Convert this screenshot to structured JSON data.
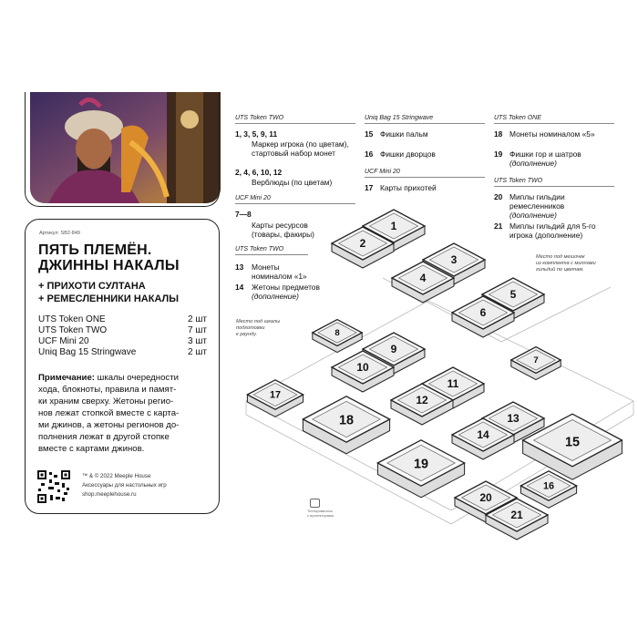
{
  "card": {
    "article": "Артикул: SB2-849",
    "title_line1": "ПЯТЬ ПЛЕМЁН.",
    "title_line2": "ДЖИННЫ НАКАЛЫ",
    "sub1": "+ ПРИХОТИ СУЛТАНА",
    "sub2": "+ РЕМЕСЛЕННИКИ НАКАЛЫ",
    "tokens": [
      {
        "name": "UTS Token ONE",
        "qty": "2 шт"
      },
      {
        "name": "UTS Token TWO",
        "qty": "7 шт"
      },
      {
        "name": "UCF Mini 20",
        "qty": "3 шт"
      },
      {
        "name": "Uniq Bag 15 Stringwave",
        "qty": "2 шт"
      }
    ],
    "note_label": "Примечание:",
    "note_lines": [
      " шкалы очередности",
      "хода, блокноты, правила и памят-",
      "ки храним сверху. Жетоны регио-",
      "нов лежат стопкой вместе с карта-",
      "ми джинов, а жетоны регионов до-",
      "полнения лежат в другой стопке",
      "вместе с картами джинов."
    ],
    "footer1": "™ & © 2022 Meeple House",
    "footer2": "Аксессуары для настольных игр",
    "footer3": "shop.meeplehouse.ru"
  },
  "col1": {
    "h1": "UTS Token TWO",
    "i1_num": "1, 3, 5, 9, 11",
    "i1_l1": "Маркер игрока (по цветам),",
    "i1_l2": "стартовый набор монет",
    "i2_num": "2, 4, 6, 10, 12",
    "i2_l1": "Верблюды (по цветам)",
    "h2": "UCF Mini 20",
    "i3_num": "7—8",
    "i3_l1": "Карты ресурсов",
    "i3_l2": "(товары, факиры)",
    "h3": "UTS Token TWO",
    "i4_num": "13",
    "i4_l1": "Монеты",
    "i4_l2": "номиналом «1»",
    "i5_num": "14",
    "i5_l1": "Жетоны предметов",
    "i5_l2": "(дополнение)"
  },
  "col2": {
    "h1": "Uniq Bag 15 Stringwave",
    "i1_num": "15",
    "i1_l1": "Фишки пальм",
    "i2_num": "16",
    "i2_l1": "Фишки дворцов",
    "h2": "UCF Mini 20",
    "i3_num": "17",
    "i3_l1": "Карты прихотей"
  },
  "col3": {
    "h1": "UTS Token ONE",
    "i1_num": "18",
    "i1_l1": "Монеты номиналом «5»",
    "i2_num": "19",
    "i2_l1": "Фишки гор и шатров",
    "i2_l2": "(дополнение)",
    "h2": "UTS Token TWO",
    "i3_num": "20",
    "i3_l1": "Миплы гильдии",
    "i3_l2": "ремесленников",
    "i3_l3": "(дополнение)",
    "i4_num": "21",
    "i4_l1": "Миплы гильдий для 5-го",
    "i4_l2": "игрока (дополнение)"
  },
  "annotations": {
    "bags_l1": "Место под мешочек",
    "bags_l2": "из комплекта с миплами",
    "bags_l3": "гильдий по цветам.",
    "scales_l1": "Место под шкалы",
    "scales_l2": "подготовки",
    "scales_l3": "к раунду.",
    "tested_l1": "Тестировалось",
    "tested_l2": "с протекторами"
  },
  "diagram_numbers": [
    "1",
    "2",
    "3",
    "4",
    "5",
    "6",
    "7",
    "8",
    "9",
    "10",
    "11",
    "12",
    "13",
    "14",
    "15",
    "16",
    "17",
    "18",
    "19",
    "20",
    "21"
  ]
}
